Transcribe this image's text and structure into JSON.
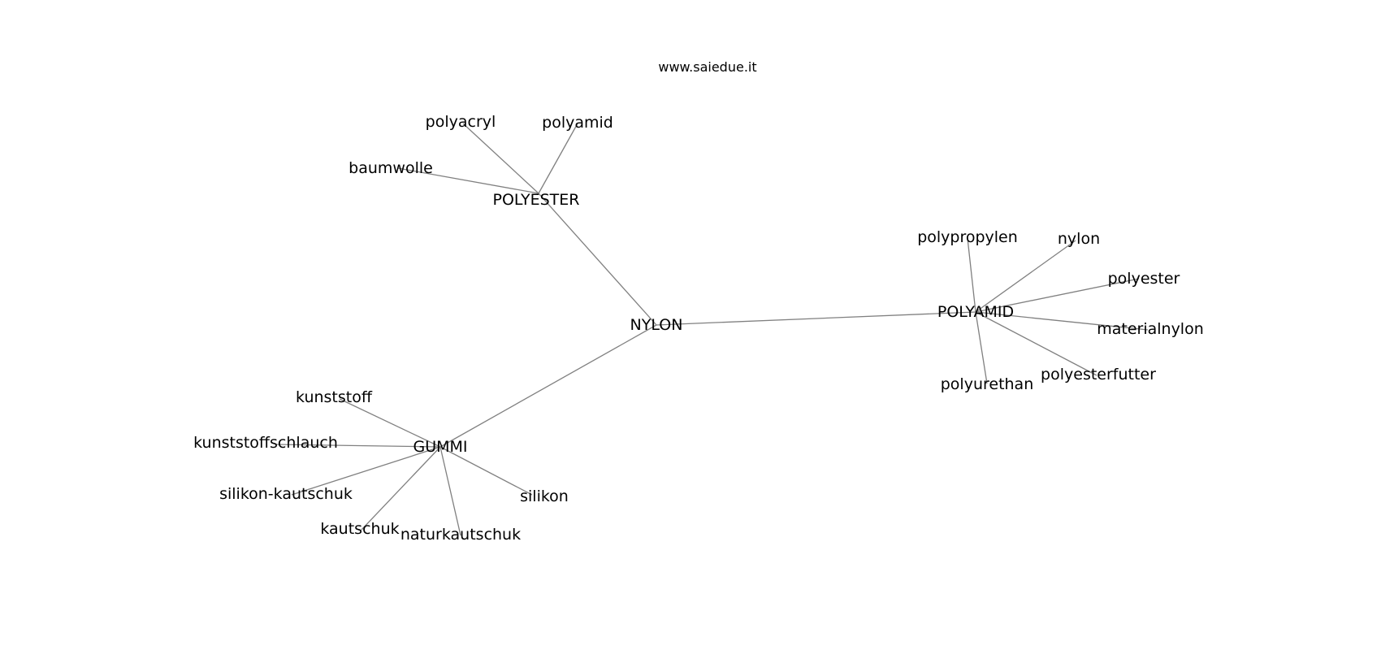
{
  "diagram": {
    "source": "www.saiedue.it",
    "edge_color": "#808080",
    "text_color": "#000000",
    "nodes": {
      "nylon_hub": "NYLON",
      "polyester_hub": "POLYESTER",
      "polyamid_hub": "POLYAMID",
      "gummi_hub": "GUMMI",
      "polyacryl": "polyacryl",
      "polyamid": "polyamid",
      "baumwolle": "baumwolle",
      "polypropylen": "polypropylen",
      "nylon": "nylon",
      "polyester": "polyester",
      "materialnylon": "materialnylon",
      "polyesterfutter": "polyesterfutter",
      "polyurethan": "polyurethan",
      "kunststoff": "kunststoff",
      "kunststoffschlauch": "kunststoffschlauch",
      "silikon_kautschuk": "silikon-kautschuk",
      "kautschuk": "kautschuk",
      "naturkautschuk": "naturkautschuk",
      "silikon": "silikon"
    },
    "edges": [
      [
        "nylon_hub",
        "polyester_hub"
      ],
      [
        "nylon_hub",
        "polyamid_hub"
      ],
      [
        "nylon_hub",
        "gummi_hub"
      ],
      [
        "polyester_hub",
        "polyacryl"
      ],
      [
        "polyester_hub",
        "polyamid"
      ],
      [
        "polyester_hub",
        "baumwolle"
      ],
      [
        "polyamid_hub",
        "polypropylen"
      ],
      [
        "polyamid_hub",
        "nylon"
      ],
      [
        "polyamid_hub",
        "polyester"
      ],
      [
        "polyamid_hub",
        "materialnylon"
      ],
      [
        "polyamid_hub",
        "polyesterfutter"
      ],
      [
        "polyamid_hub",
        "polyurethan"
      ],
      [
        "gummi_hub",
        "kunststoff"
      ],
      [
        "gummi_hub",
        "kunststoffschlauch"
      ],
      [
        "gummi_hub",
        "silikon_kautschuk"
      ],
      [
        "gummi_hub",
        "kautschuk"
      ],
      [
        "gummi_hub",
        "naturkautschuk"
      ],
      [
        "gummi_hub",
        "silikon"
      ]
    ]
  }
}
